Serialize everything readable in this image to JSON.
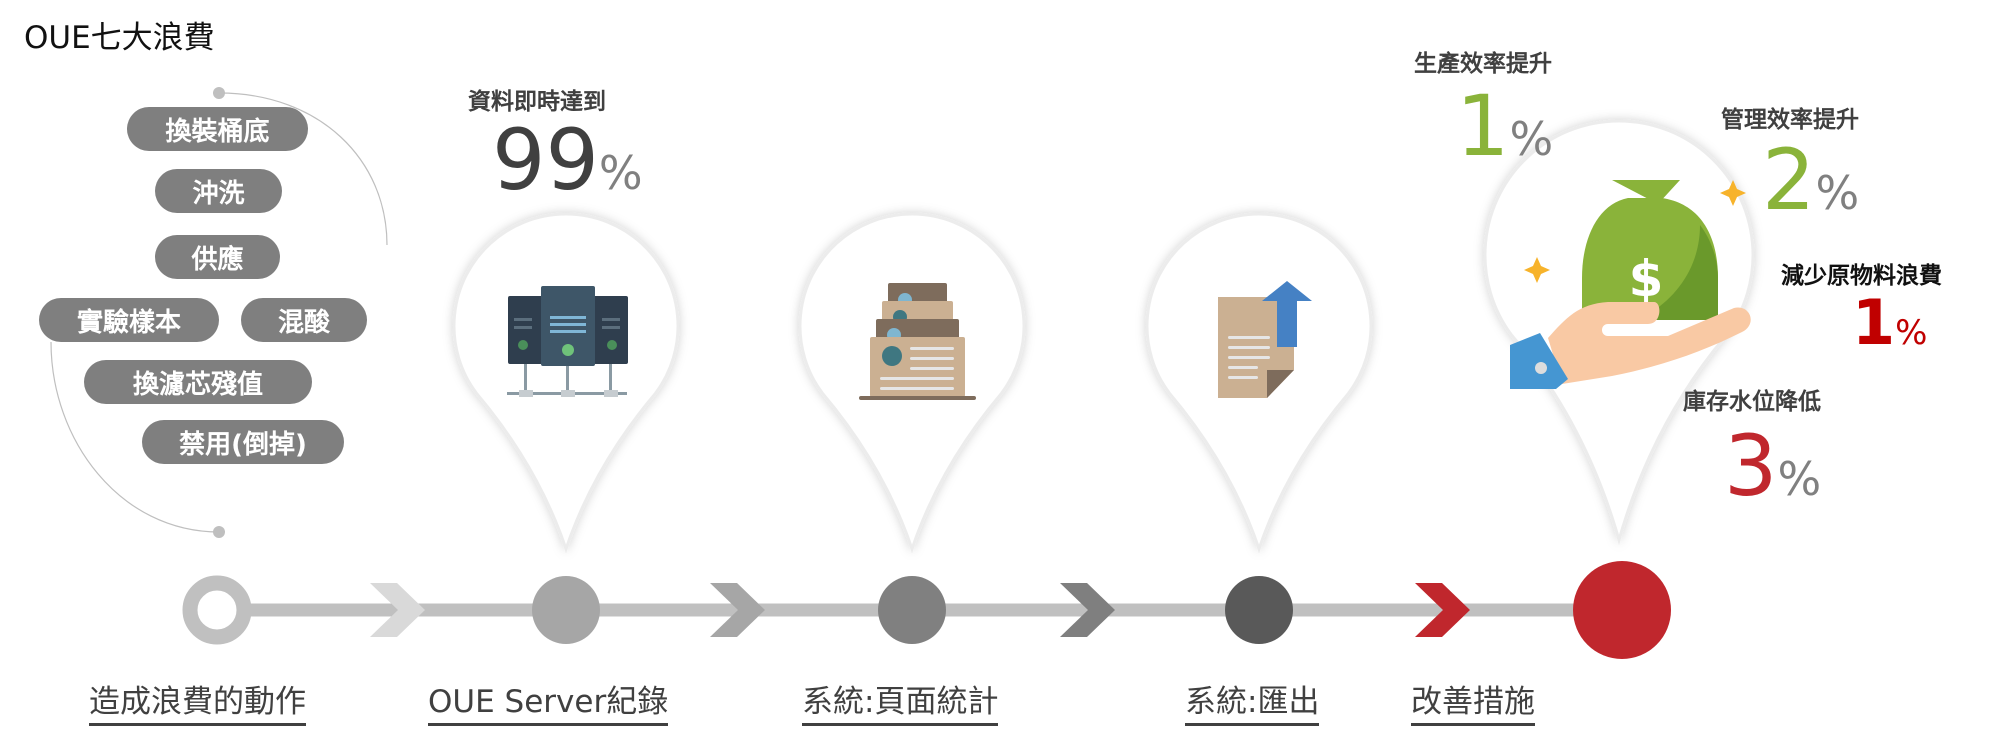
{
  "title": "OUE七大浪費",
  "wastes": [
    "換裝桶底",
    "沖洗",
    "供應",
    "實驗樣本",
    "混酸",
    "換濾芯殘值",
    "禁用(倒掉)"
  ],
  "stages": [
    {
      "label": "造成浪費的動作",
      "dot_color": "#c0c0c0",
      "chevron_color": "#d9d9d9"
    },
    {
      "label": "OUE Server紀錄",
      "dot_color": "#a6a6a6",
      "chevron_color": "#a6a6a6",
      "icon": "server-icon"
    },
    {
      "label": "系統:頁面統計",
      "dot_color": "#808080",
      "chevron_color": "#7f7f7f",
      "icon": "card-file-icon"
    },
    {
      "label": "系統:匯出",
      "dot_color": "#595959",
      "chevron_color": "#c0272d",
      "icon": "document-export-icon"
    },
    {
      "label": "改善措施",
      "dot_color": "#c0272d",
      "icon": "money-bag-hand-icon"
    }
  ],
  "realtime": {
    "caption": "資料即時達到",
    "value": "99",
    "unit": "%"
  },
  "results": [
    {
      "caption": "生產效率提升",
      "value": "1",
      "unit": "%",
      "color": "#8ab33a"
    },
    {
      "caption": "管理效率提升",
      "value": "2",
      "unit": "%",
      "color": "#8ab33a"
    },
    {
      "caption": "減少原物料浪費",
      "value": "1",
      "unit": "%",
      "color": "#c00000"
    },
    {
      "caption": "庫存水位降低",
      "value": "3",
      "unit": "%",
      "color": "#c0272d"
    }
  ]
}
